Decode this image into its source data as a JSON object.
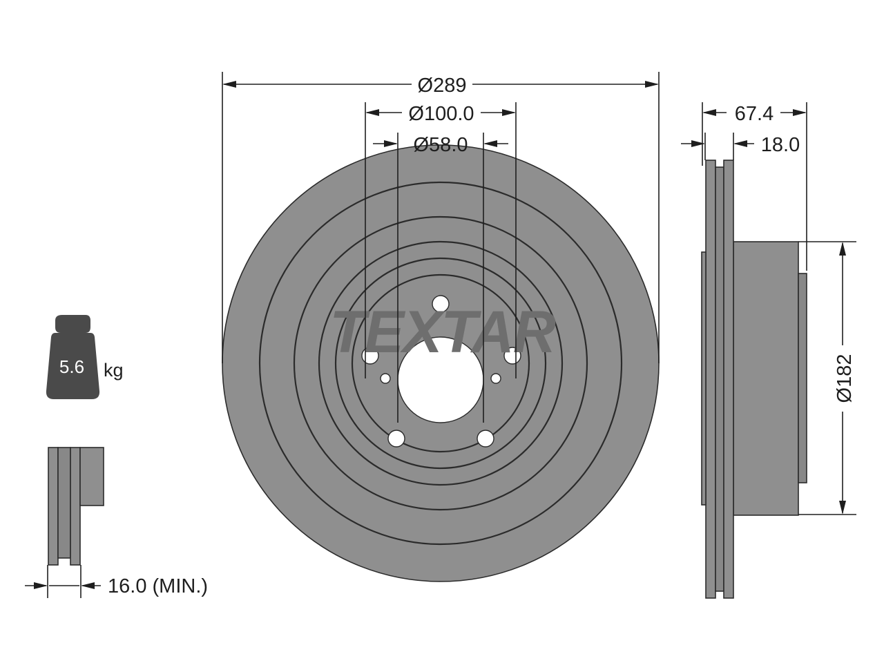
{
  "brand": "TEXTAR",
  "weight": {
    "value": "5.6",
    "unit": "kg"
  },
  "min_thickness_label": "16.0 (MIN.)",
  "dimensions": {
    "outer_diameter": "Ø289",
    "bolt_circle": "Ø100.0",
    "center_bore": "Ø58.0",
    "total_height": "67.4",
    "disc_thickness": "18.0",
    "hat_diameter": "Ø182"
  },
  "colors": {
    "part_fill": "#8f8f8f",
    "outline": "#2b2b2b",
    "text": "#1e1e1e",
    "brand": "#6e6e6e"
  }
}
